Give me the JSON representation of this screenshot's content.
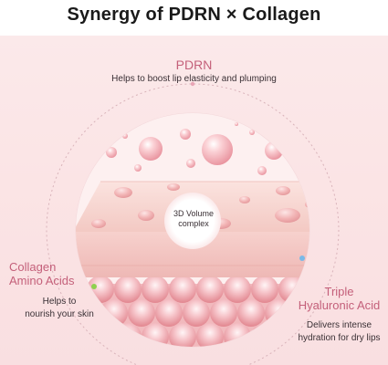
{
  "title": "Synergy of PDRN × Collagen",
  "center_label": {
    "line1": "3D Volume",
    "line2": "complex"
  },
  "pdrn": {
    "heading": "PDRN",
    "description": "Helps to boost lip elasticity and plumping",
    "dot_color": "#e8a6b6"
  },
  "collagen": {
    "heading_line1": "Collagen",
    "heading_line2": "Amino Acids",
    "description_line1": "Helps to",
    "description_line2": "nourish your skin",
    "dot_color": "#8fd14f"
  },
  "hyaluronic": {
    "heading_line1": "Triple",
    "heading_line2": "Hyaluronic Acid",
    "description_line1": "Delivers intense",
    "description_line2": "hydration for dry lips",
    "dot_color": "#79b9e8"
  },
  "colors": {
    "heading": "#c4607a",
    "body_text": "#3a3035",
    "background": "#fbe5e6",
    "dashed_ring": "#d9b3ba"
  }
}
